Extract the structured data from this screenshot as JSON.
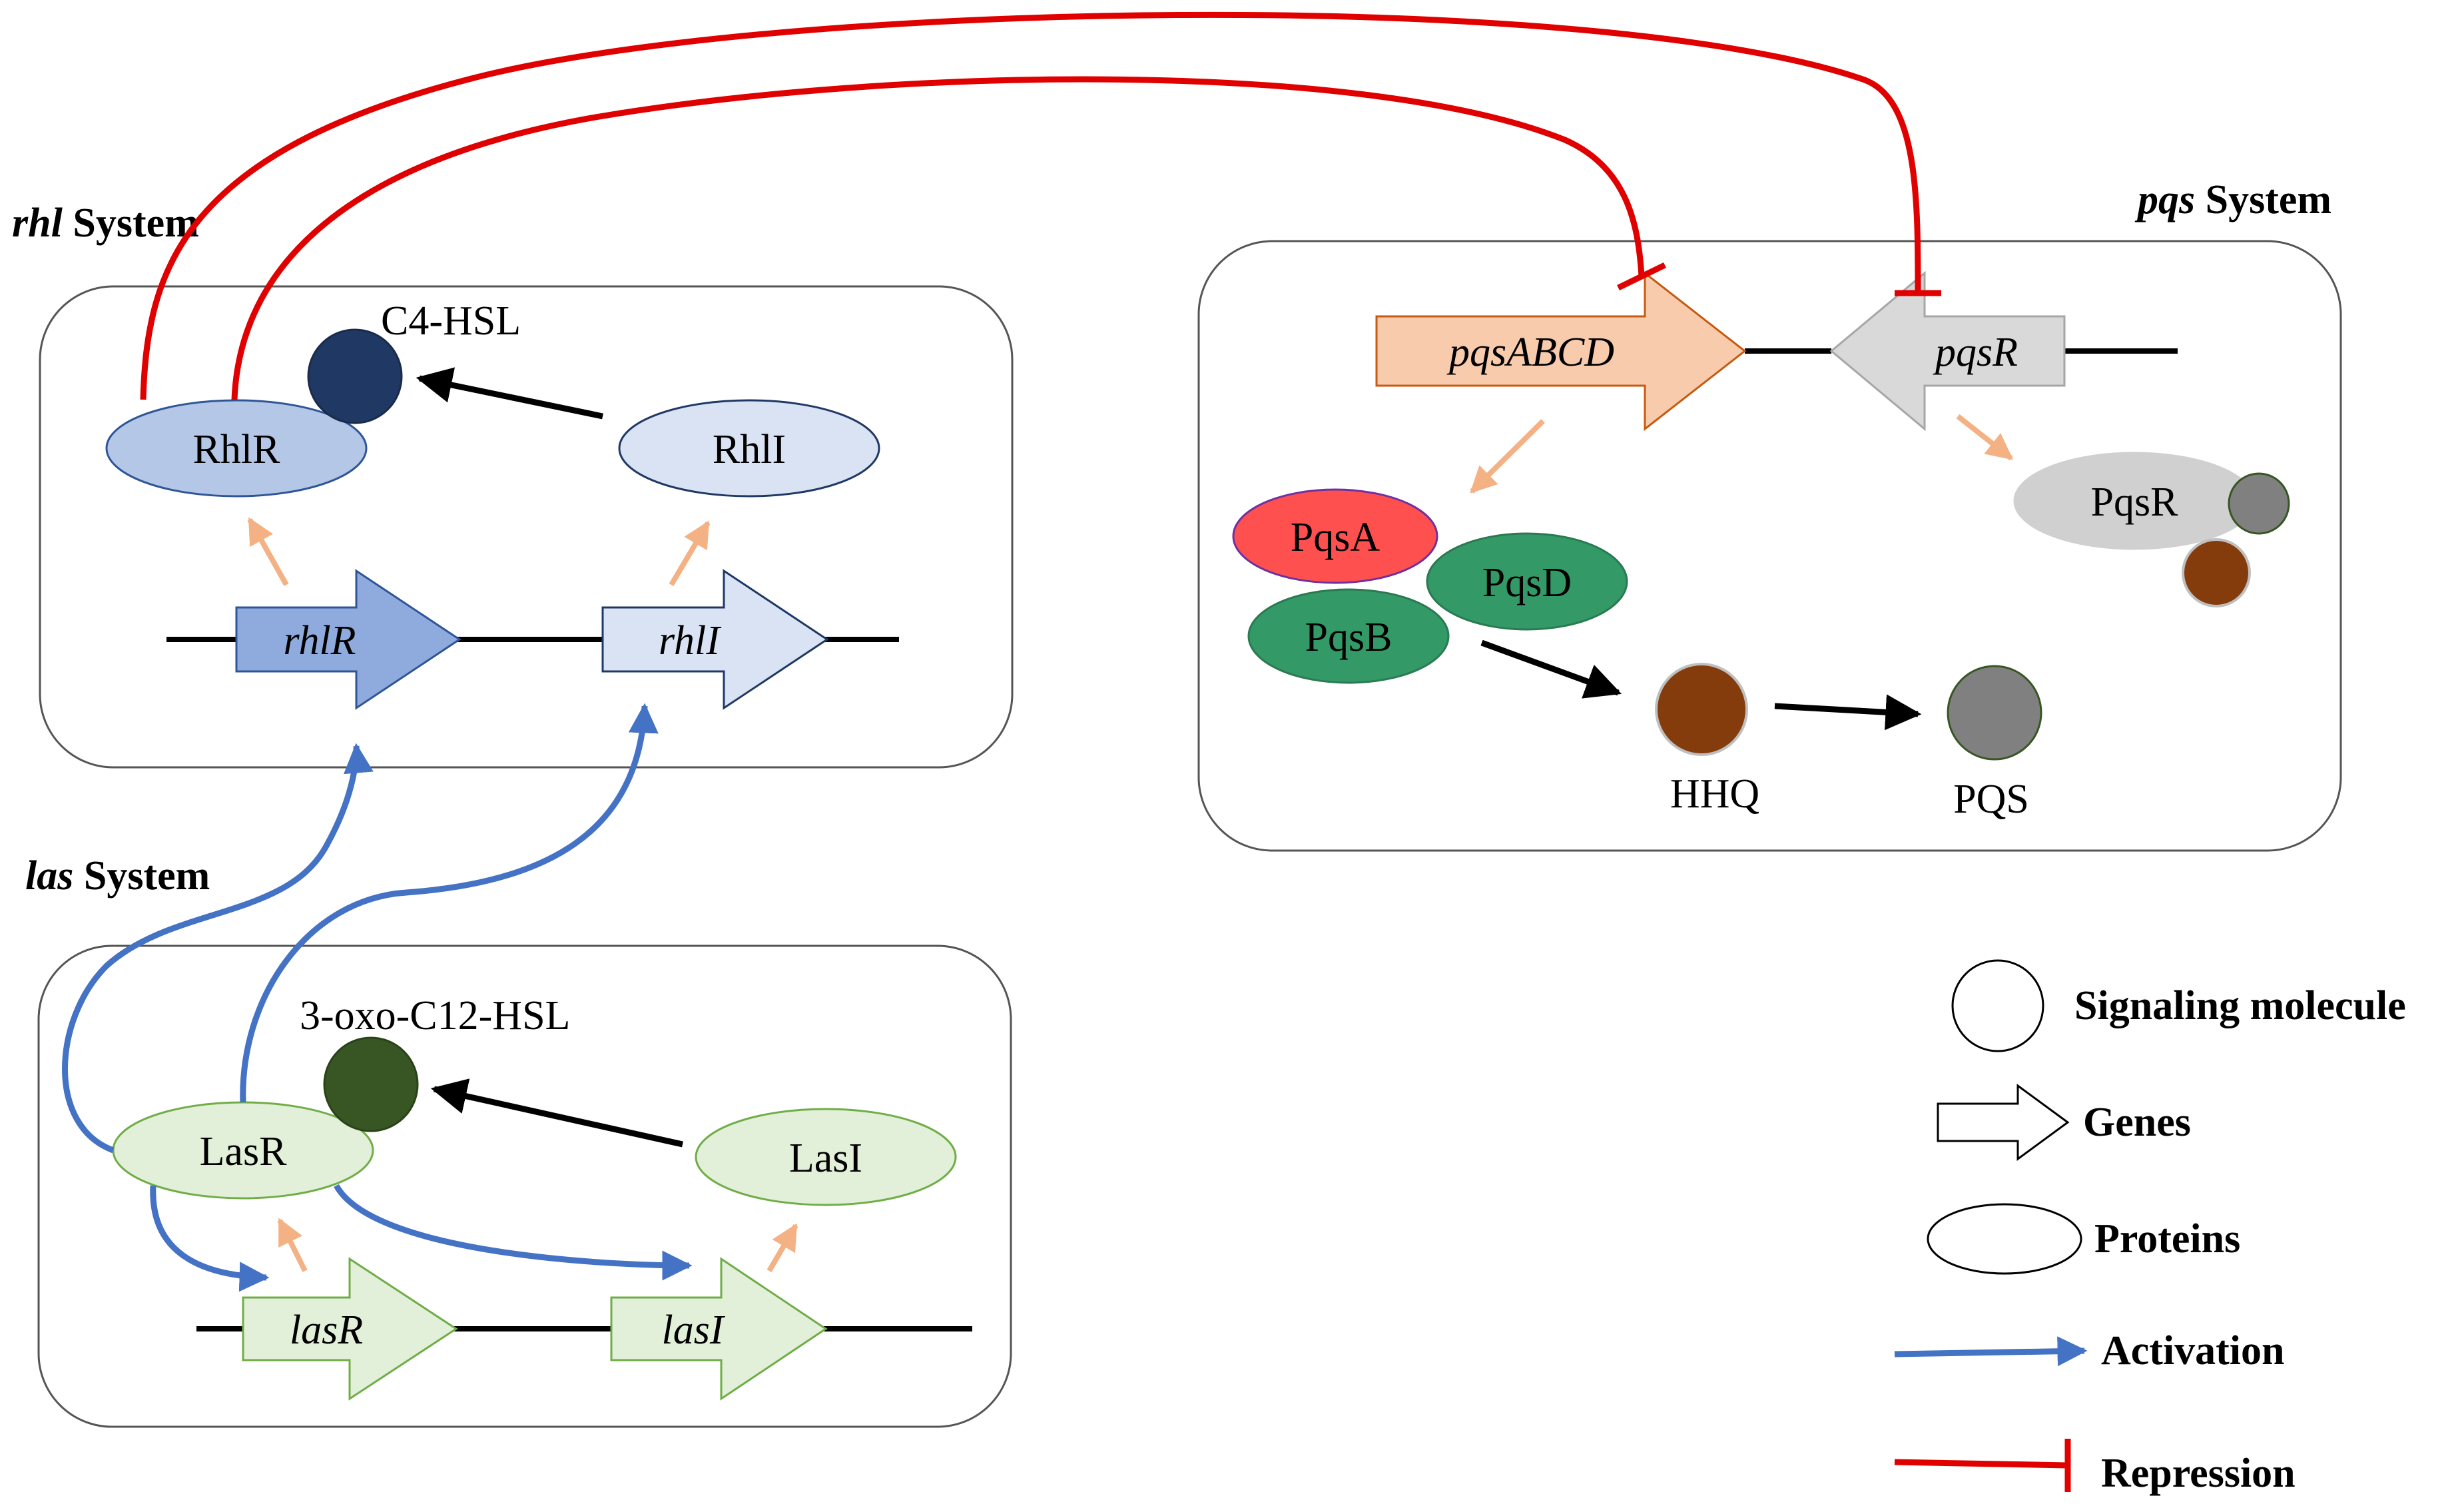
{
  "systems": {
    "rhl": {
      "name_italic": "rhl",
      "name_suffix": " System"
    },
    "las": {
      "name_italic": "las",
      "name_suffix": " System"
    },
    "pqs": {
      "name_italic": "pqs",
      "name_suffix": " System"
    }
  },
  "rhl_box": {
    "genes": {
      "rhlR": "rhlR",
      "rhlI": "rhlI"
    },
    "proteins": {
      "RhlR": "RhlR",
      "RhlI": "RhlI"
    },
    "signal": "C4-HSL"
  },
  "las_box": {
    "genes": {
      "lasR": "lasR",
      "lasI": "lasI"
    },
    "proteins": {
      "LasR": "LasR",
      "LasI": "LasI"
    },
    "signal": "3-oxo-C12-HSL"
  },
  "pqs_box": {
    "genes": {
      "pqsABCD": "pqsABCD",
      "pqsR": "pqsR"
    },
    "proteins": {
      "PqsA": "PqsA",
      "PqsB": "PqsB",
      "PqsD": "PqsD",
      "PqsR": "PqsR"
    },
    "signals": {
      "HHQ": "HHQ",
      "PQS": "PQS"
    }
  },
  "legend": {
    "signaling_molecule": "Signaling molecule",
    "genes": "Genes",
    "proteins": "Proteins",
    "activation": "Activation",
    "repression": "Repression"
  },
  "colors": {
    "activation": "#4472C4",
    "repression": "#E00000",
    "expression": "#F4B183",
    "rhl_gene_R": "#8FAADC",
    "rhl_light": "#DAE3F3",
    "rhl_protein_R": "#B4C7E7",
    "c4hsl": "#203864",
    "las_light": "#E2F0D9",
    "las_border": "#70AD47",
    "oxo_c12_hsl": "#375623",
    "pqsABCD": "#F8CBAD",
    "pqsABCD_border": "#C55A11",
    "pqsR_gene": "#D9D9D9",
    "pqsA": "#FF5050",
    "pqs_green": "#339966",
    "hhq": "#843C0C",
    "pqs_signal": "#808080",
    "pqsR_protein": "#D0D0D0"
  }
}
